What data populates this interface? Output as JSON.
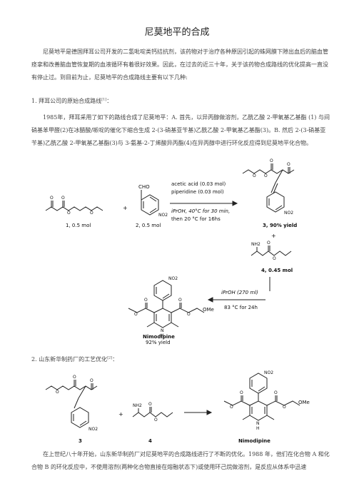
{
  "title": "尼莫地平的合成",
  "intro": "尼莫地平是德国拜耳公司开发的二氢吡啶类钙拮抗剂，该药物对于治疗各种原因引起的蛛网膜下隙出血后的脑血管痉挛和改善脑血管恢复期的血液循环有着很好效果。因此，在过去的近三十年，关于该药物合成路线的优化提高一直没有停止过。到目前为止，尼莫地平的合成路线主要有以下几种:",
  "section1": "1.   拜耳公司的原始合成路线",
  "section1_ref": "[1]",
  "section1_tail": "：",
  "para1": "1985年，拜耳采用了如下的路线合成了尼莫地平：A. 首先，以异丙醇做溶剂，乙酰乙酸 2-甲氧基乙基酯 (1) 与间硝基苯甲醛(2)在冰醋酸/哌啶的催化下缩合生成 2-(3-硝基亚苄基)乙酰乙酸 2-甲氧基乙基酯(3)。B. 然后 2-(3-硝基亚苄基)乙酰乙酸 2-甲氧基乙基酯(3)与 3-氨基-2-丁烯酸异丙酯(4)在异丙醇中进行环化反应得到尼莫地平化合物。",
  "scheme1": {
    "cpd1_label": "1, 0.5 mol",
    "cpd2_label": "2, 0.5 mol",
    "cpd2_cho": "CHO",
    "cpd2_no2": "NO2",
    "plus": "+",
    "cond1_line1": "acetic acid (0.03 mol)",
    "cond1_line2": "piperidine (0.03 mol)",
    "cond1_line3": "iPrOH, 40°C for 30 min,",
    "cond1_line4": "then 20 °C  for 16hs",
    "cpd3_label": "3, 90% yield",
    "cpd3_no2": "NO2",
    "cpd4_label": "4, 0.45 mol",
    "cpd4_nh2": "NH2",
    "cond2_line1": "iPrOH (270 ml)",
    "cond2_line2": "83 °C for 24h",
    "product_no2": "NO2",
    "product_ome": "OMe",
    "product_nh": "N",
    "product_h": "H",
    "product_name": "Nimodipine",
    "product_yield": "92% yield"
  },
  "section2": "2.   山东新华制药厂的工艺优化",
  "section2_ref": "[2]",
  "section2_tail": "：",
  "scheme2": {
    "cpd3_label": "3",
    "cpd4_label": "4",
    "plus": "+",
    "cpd4_nh2": "NH2",
    "cpd3_no2": "NO2",
    "product_no2": "NO2",
    "product_ome": "OMe",
    "product_nh": "N",
    "product_h": "H",
    "product_name": "Nimodipine"
  },
  "para2": "在上世纪八十年开始，山东新华制药厂对尼莫地平的合成路线进行了不断的优化。1988 年，他们在化合物 A 和化合物 B 的环化反应中，不使用溶剂(两种化合物直接在熔融状态下)或使用环己烷做溶剂，是反应从体系中迅速"
}
